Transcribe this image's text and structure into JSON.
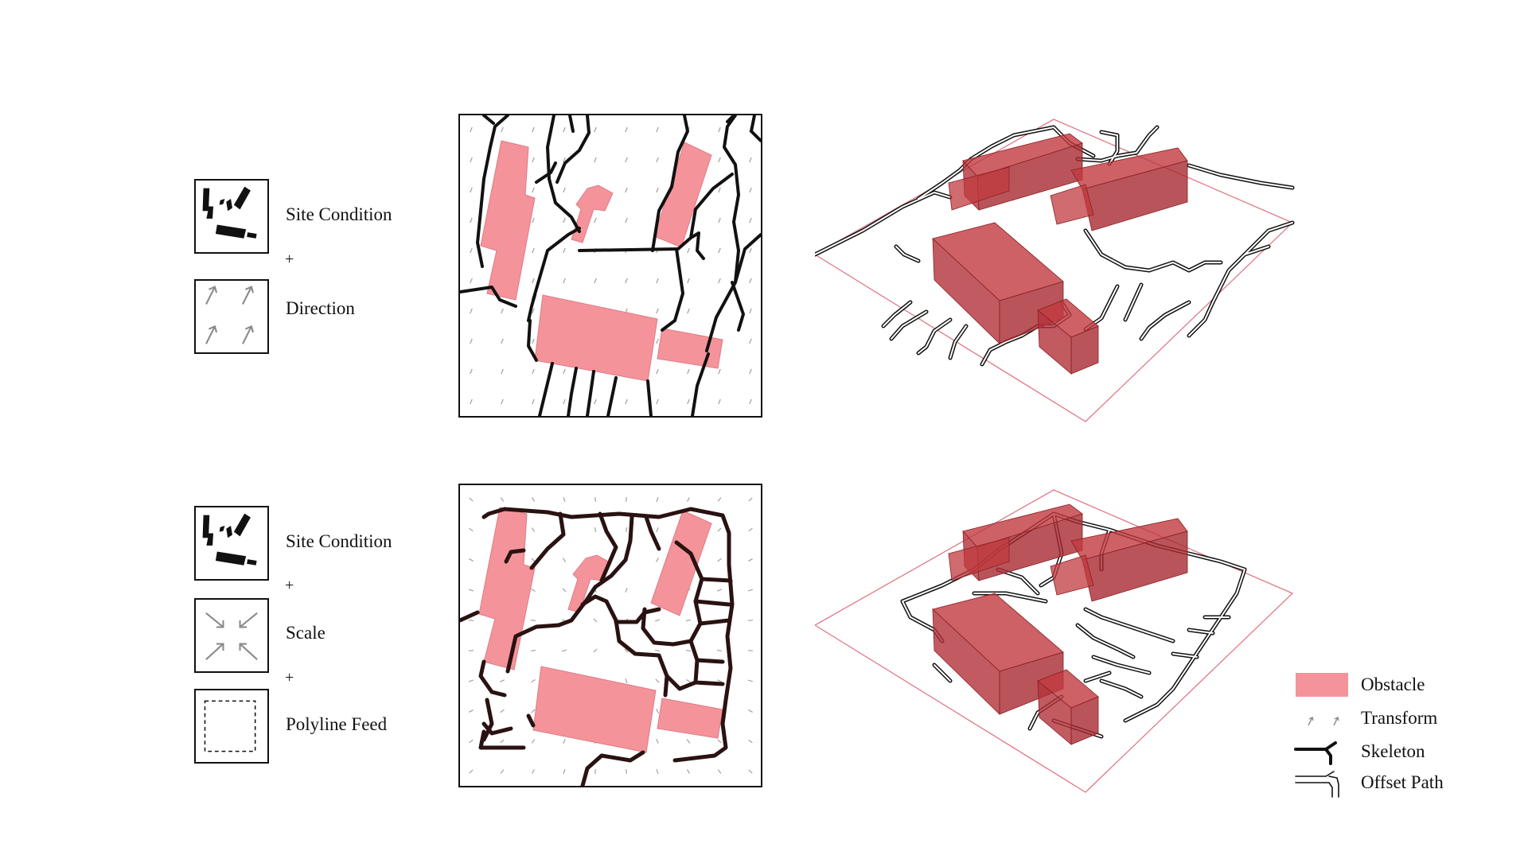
{
  "row1": {
    "inputs": [
      {
        "label": "Site Condition",
        "icon": "site-condition-icon"
      },
      {
        "label": "Direction",
        "icon": "direction-arrows-icon"
      }
    ],
    "plus": "+"
  },
  "row2": {
    "inputs": [
      {
        "label": "Site Condition",
        "icon": "site-condition-icon"
      },
      {
        "label": "Scale",
        "icon": "scale-arrows-icon"
      },
      {
        "label": "Polyline Feed",
        "icon": "polyline-feed-icon"
      }
    ],
    "plus": "+"
  },
  "legend": {
    "items": [
      {
        "label": "Obstacle",
        "icon": "obstacle-swatch-icon"
      },
      {
        "label": "Transform",
        "icon": "transform-arrows-icon"
      },
      {
        "label": "Skeleton",
        "icon": "skeleton-line-icon"
      },
      {
        "label": "Offset Path",
        "icon": "offset-path-icon"
      }
    ]
  },
  "colors": {
    "obstacle_fill": "#f4949a",
    "obstacle_3d": "#c0393f",
    "skeleton": "#111111",
    "boundary_pink": "#e07a86",
    "arrow_grey": "#9a9a9a"
  }
}
